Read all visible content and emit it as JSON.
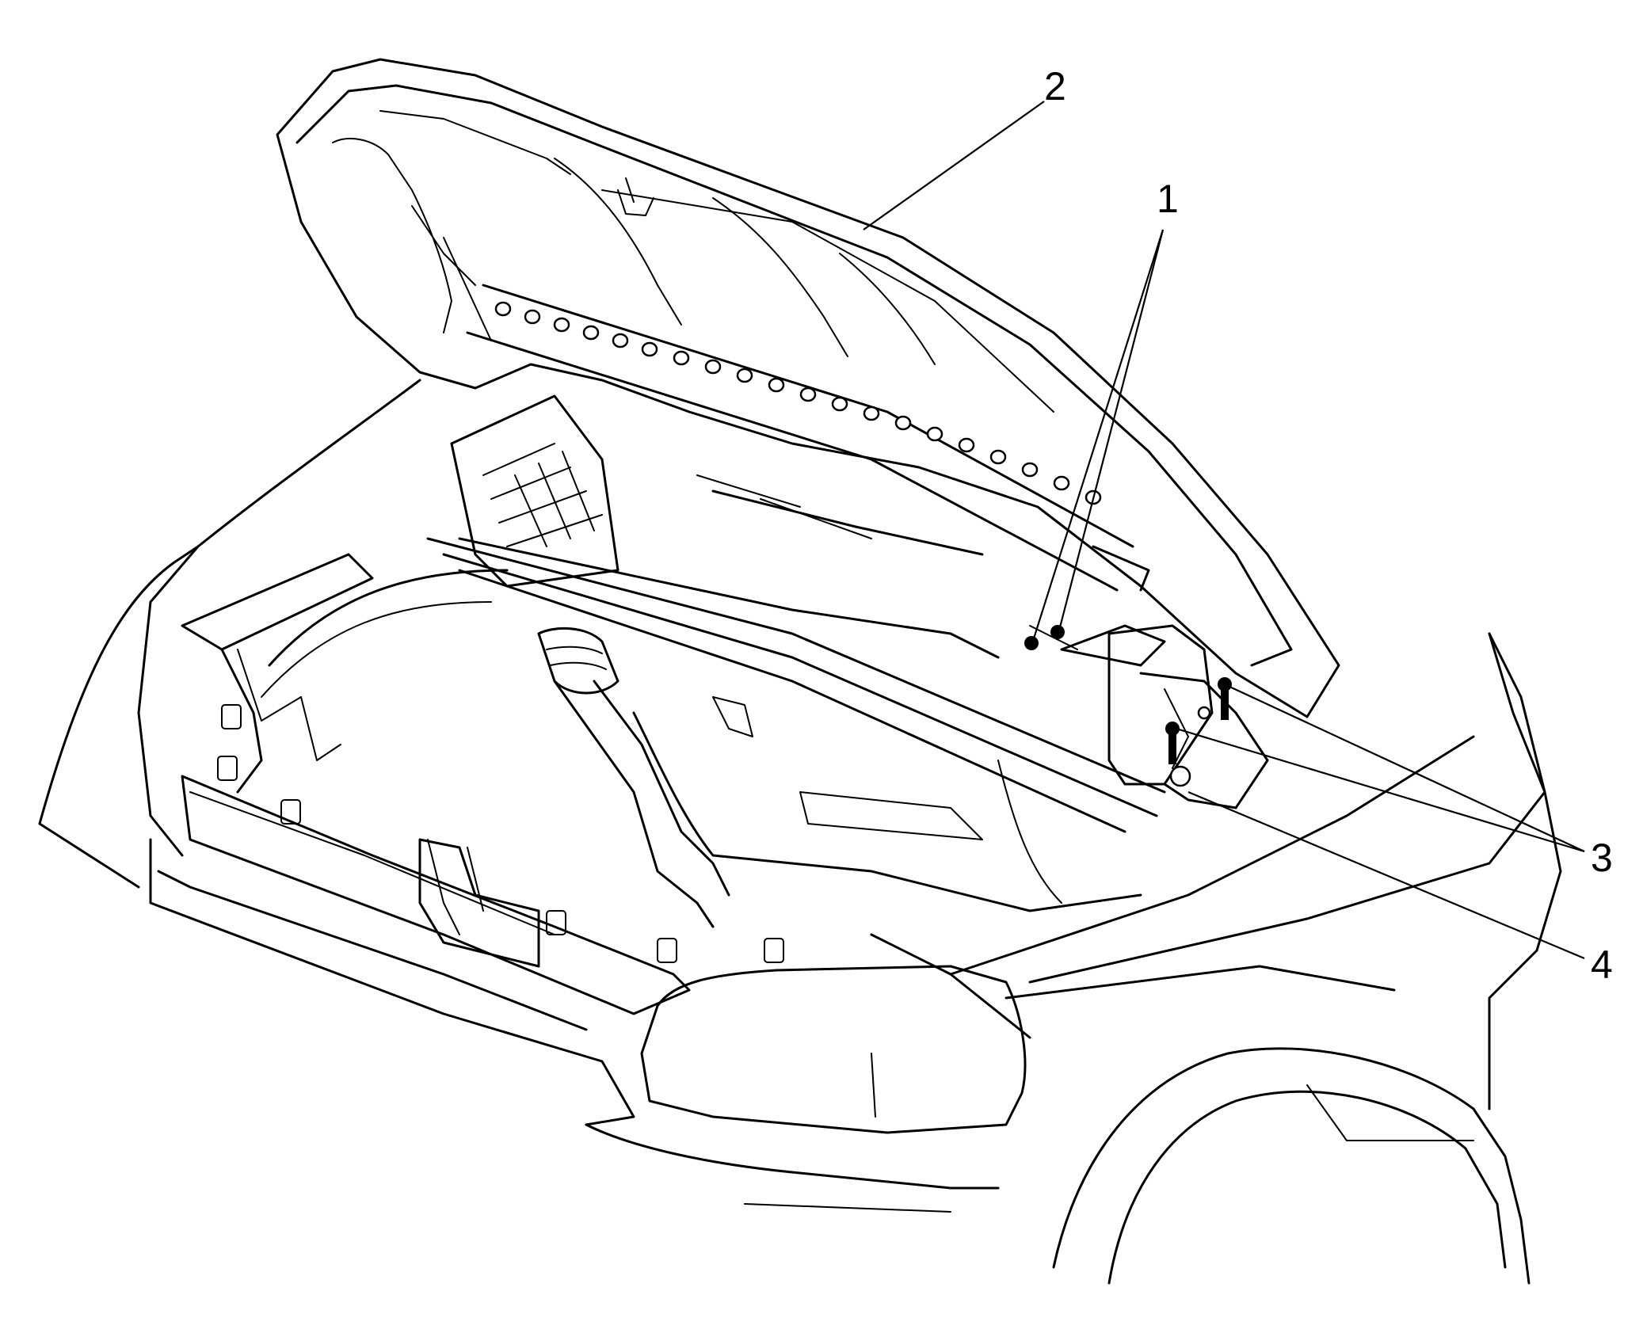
{
  "figure": {
    "line_color": "#000000",
    "background": "#ffffff",
    "callouts": [
      {
        "id": "c1",
        "label": "1"
      },
      {
        "id": "c2",
        "label": "2"
      },
      {
        "id": "c3",
        "label": "3"
      },
      {
        "id": "c4",
        "label": "4"
      }
    ]
  }
}
